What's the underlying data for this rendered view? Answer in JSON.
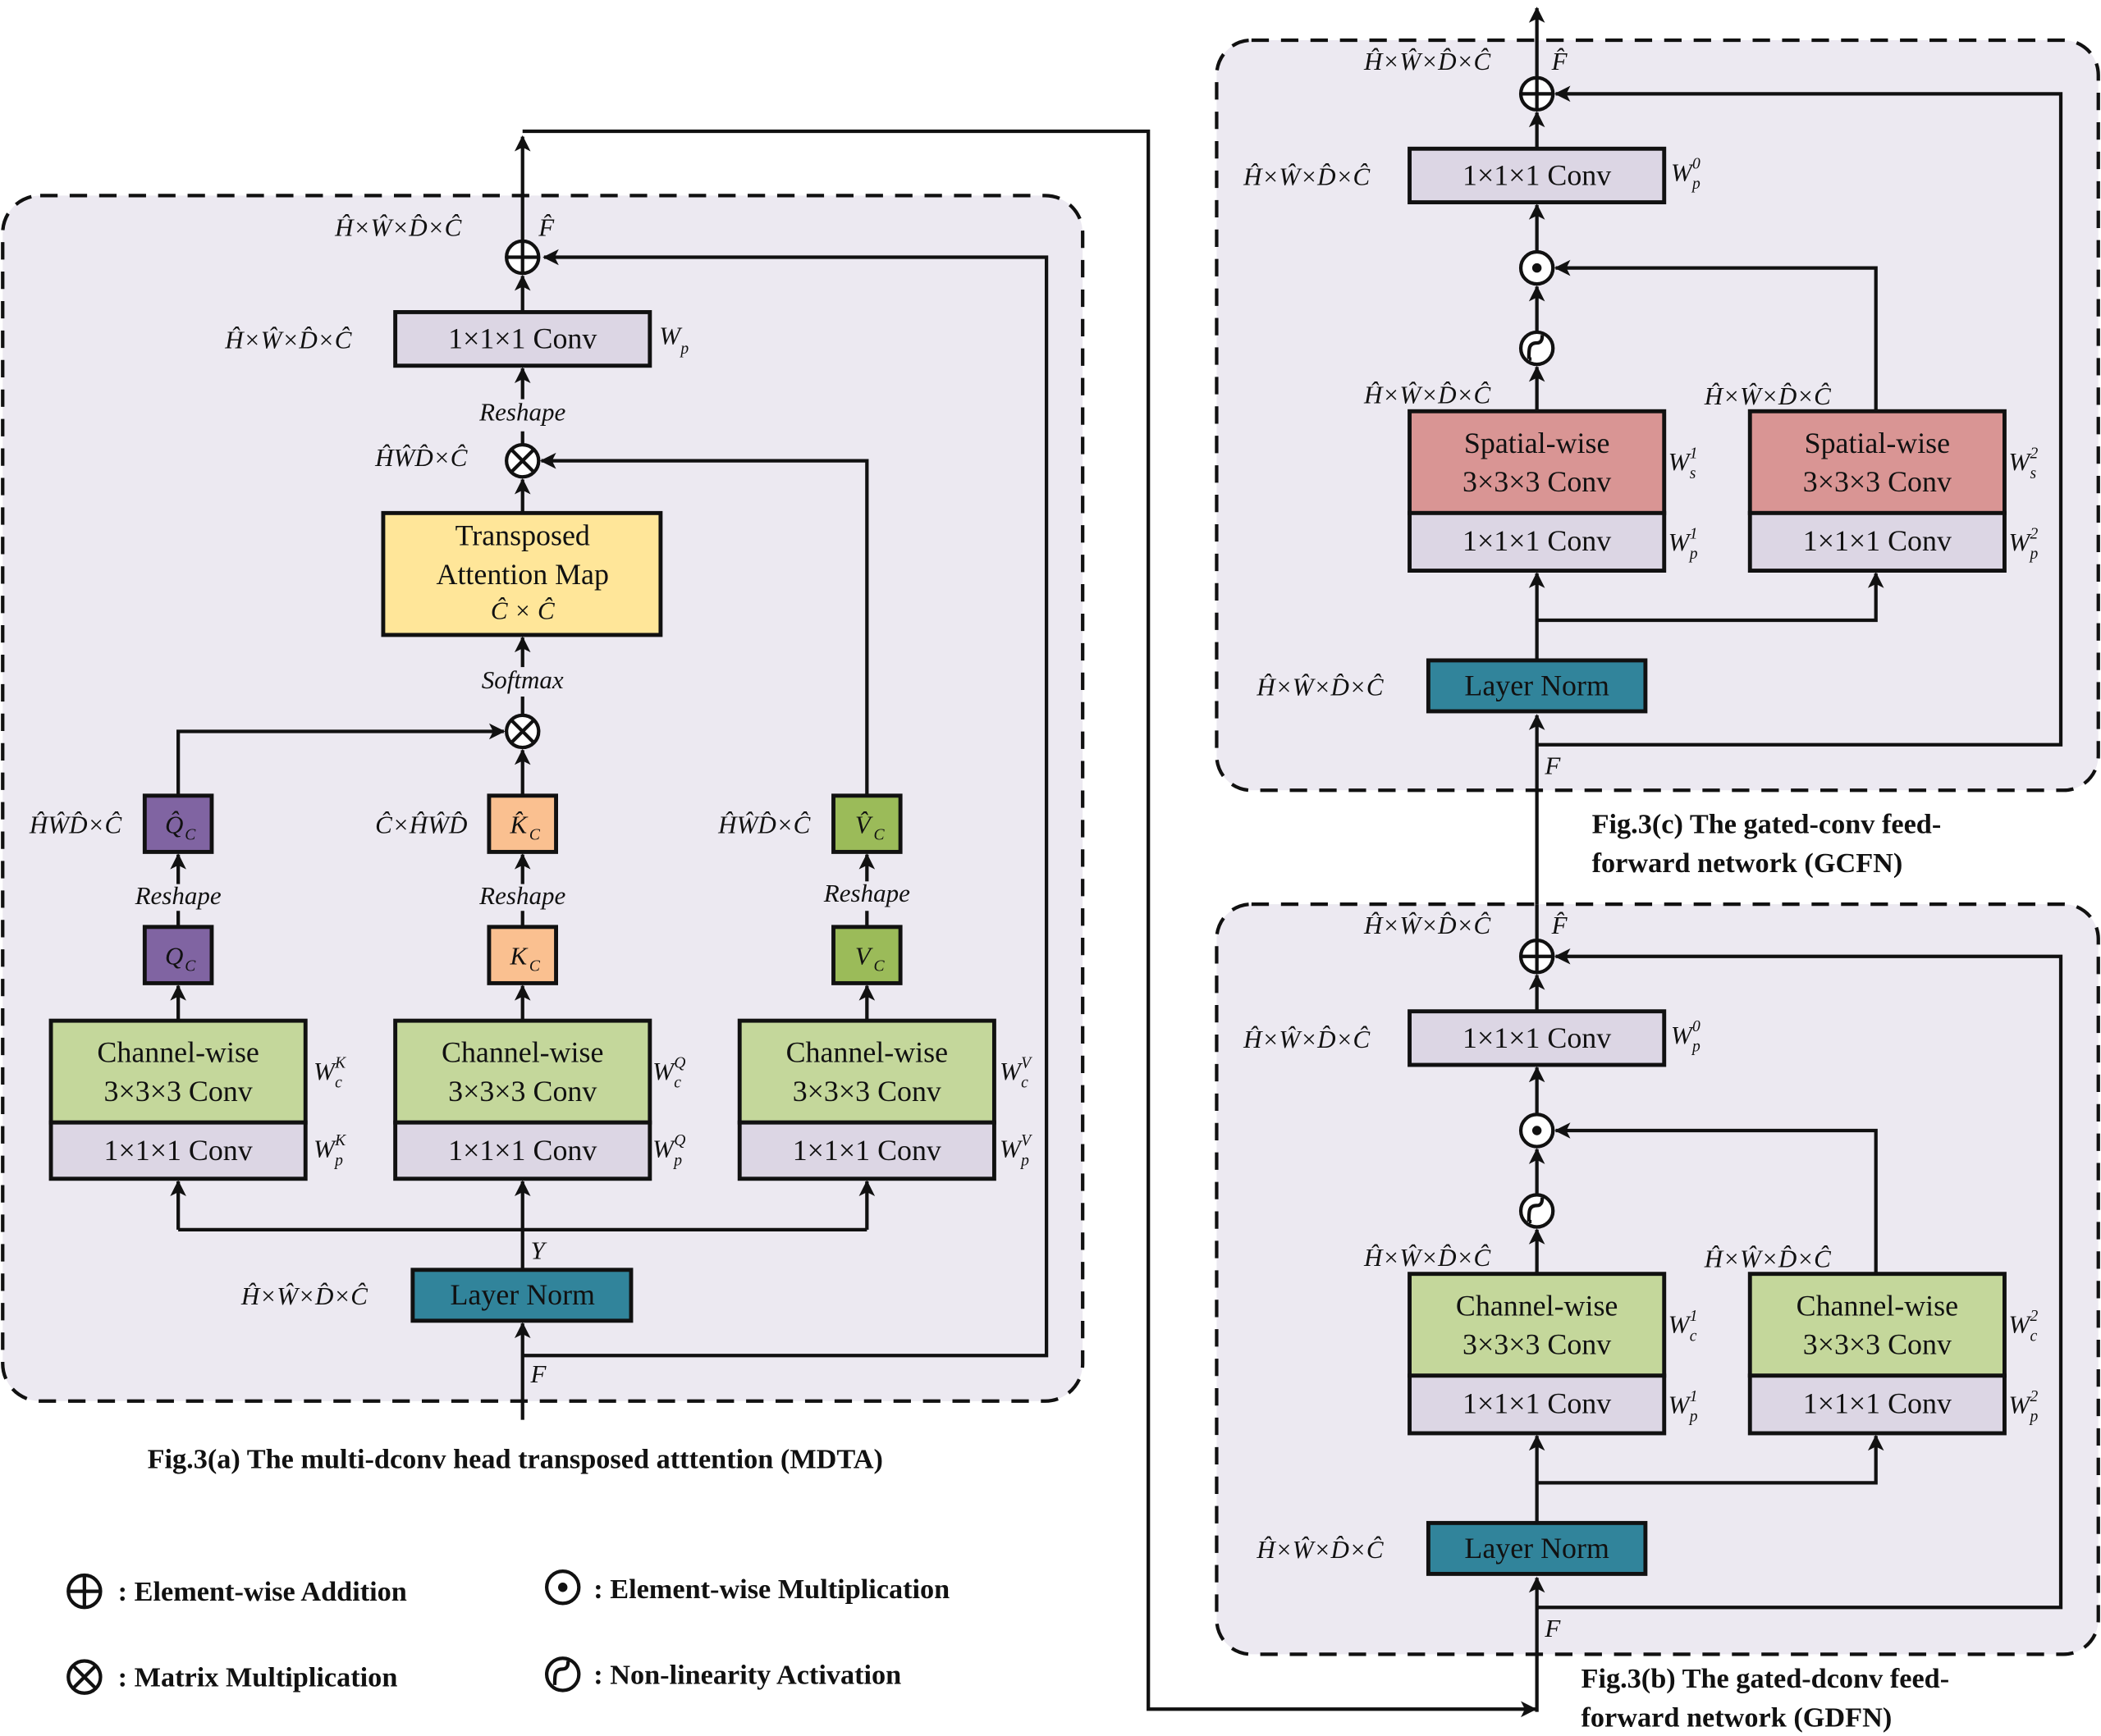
{
  "figure": {
    "mdta": {
      "caption": "Fig.3(a) The multi-dconv head transposed atttention (MDTA)",
      "out_dim": "Ĥ×Ŵ×D̂×Ĉ",
      "out_label": "F̂",
      "proj_dim": "Ĥ×Ŵ×D̂×Ĉ",
      "proj_conv": "1×1×1 Conv",
      "proj_weight": "W",
      "proj_weight_sub": "p",
      "reshape_top": "Reshape",
      "matmul_dim": "ĤŴD̂×Ĉ",
      "attn_line1": "Transposed",
      "attn_line2": "Attention Map",
      "attn_line3": "Ĉ × Ĉ",
      "softmax": "Softmax",
      "q_hat_dim": "ĤŴD̂×Ĉ",
      "k_hat_dim": "Ĉ×ĤŴD̂",
      "v_hat_dim": "ĤŴD̂×Ĉ",
      "q_hat": "Q̂",
      "k_hat": "K̂",
      "v_hat": "V̂",
      "q": "Q",
      "k": "K",
      "v": "V",
      "idx_sub": "C",
      "reshape": "Reshape",
      "branches": [
        {
          "dw_line1": "Channel-wise",
          "dw_line2": "3×3×3 Conv",
          "pw": "1×1×1 Conv",
          "wc_sub": "c",
          "wc_sup": "K",
          "wp_sub": "p",
          "wp_sup": "K"
        },
        {
          "dw_line1": "Channel-wise",
          "dw_line2": "3×3×3 Conv",
          "pw": "1×1×1 Conv",
          "wc_sub": "c",
          "wc_sup": "Q",
          "wp_sub": "p",
          "wp_sup": "Q"
        },
        {
          "dw_line1": "Channel-wise",
          "dw_line2": "3×3×3 Conv",
          "pw": "1×1×1 Conv",
          "wc_sub": "c",
          "wc_sup": "V",
          "wp_sub": "p",
          "wp_sup": "V"
        }
      ],
      "y_label": "Y",
      "ln_dim": "Ĥ×Ŵ×D̂×Ĉ",
      "layer_norm": "Layer Norm",
      "in_label": "F"
    },
    "gcfn": {
      "caption_line1": "Fig.3(c) The gated-conv feed-",
      "caption_line2": "forward network (GCFN)",
      "out_dim": "Ĥ×Ŵ×D̂×Ĉ",
      "out_label": "F̂",
      "proj_dim": "Ĥ×Ŵ×D̂×Ĉ",
      "proj_conv": "1×1×1 Conv",
      "proj_sup": "0",
      "proj_sub": "p",
      "left_dim": "Ĥ×Ŵ×D̂×Ĉ",
      "right_dim": "Ĥ×Ŵ×D̂×Ĉ",
      "branches": [
        {
          "dw_line1": "Spatial-wise",
          "dw_line2": "3×3×3 Conv",
          "pw": "1×1×1 Conv",
          "w1_sub": "s",
          "w1_sup": "1",
          "w2_sub": "p",
          "w2_sup": "1"
        },
        {
          "dw_line1": "Spatial-wise",
          "dw_line2": "3×3×3 Conv",
          "pw": "1×1×1 Conv",
          "w1_sub": "s",
          "w1_sup": "2",
          "w2_sub": "p",
          "w2_sup": "2"
        }
      ],
      "ln_dim": "Ĥ×Ŵ×D̂×Ĉ",
      "layer_norm": "Layer Norm",
      "in_label": "F"
    },
    "gdfn": {
      "caption_line1": "Fig.3(b) The gated-dconv feed-",
      "caption_line2": "forward network (GDFN)",
      "out_dim": "Ĥ×Ŵ×D̂×Ĉ",
      "out_label": "F̂",
      "proj_dim": "Ĥ×Ŵ×D̂×Ĉ",
      "proj_conv": "1×1×1 Conv",
      "proj_sup": "0",
      "proj_sub": "p",
      "left_dim": "Ĥ×Ŵ×D̂×Ĉ",
      "right_dim": "Ĥ×Ŵ×D̂×Ĉ",
      "branches": [
        {
          "dw_line1": "Channel-wise",
          "dw_line2": "3×3×3 Conv",
          "pw": "1×1×1 Conv",
          "w1_sub": "c",
          "w1_sup": "1",
          "w2_sub": "p",
          "w2_sup": "1"
        },
        {
          "dw_line1": "Channel-wise",
          "dw_line2": "3×3×3 Conv",
          "pw": "1×1×1 Conv",
          "w1_sub": "c",
          "w1_sup": "2",
          "w2_sub": "p",
          "w2_sup": "2"
        }
      ],
      "ln_dim": "Ĥ×Ŵ×D̂×Ĉ",
      "layer_norm": "Layer Norm",
      "in_label": "F"
    },
    "legend": [
      {
        "icon": "circle-plus-icon",
        "label": ": Element-wise Addition"
      },
      {
        "icon": "circle-dot-icon",
        "label": ": Element-wise Multiplication"
      },
      {
        "icon": "circle-times-icon",
        "label": ": Matrix Multiplication"
      },
      {
        "icon": "sigmoid-icon",
        "label": ": Non-linearity Activation"
      }
    ],
    "colors": {
      "panel_bg": "#ece9f1",
      "pointwise_conv": "#dcd6e4",
      "channel_wise_conv": "#c4d79b",
      "spatial_wise_conv": "#d99594",
      "layer_norm": "#31849b",
      "attention_map": "#ffe699",
      "query": "#8064a2",
      "key": "#fac090",
      "value": "#9bbb59"
    }
  }
}
